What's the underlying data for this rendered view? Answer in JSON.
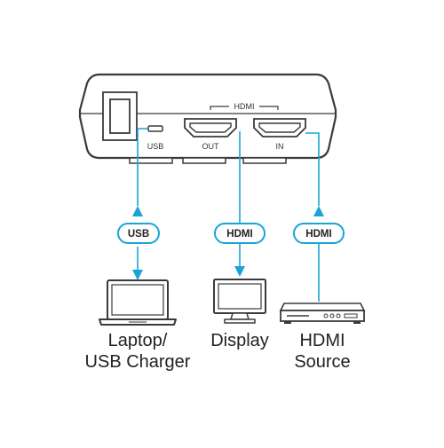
{
  "device": {
    "hdmi_group_label": "HDMI",
    "usb_port_label": "USB",
    "out_port_label": "OUT",
    "in_port_label": "IN"
  },
  "connections": [
    {
      "cable_label": "USB",
      "arrows": "both"
    },
    {
      "cable_label": "HDMI",
      "arrows": "to-display"
    },
    {
      "cable_label": "HDMI",
      "arrows": "to-device"
    }
  ],
  "endpoints": {
    "laptop": {
      "line1": "Laptop/",
      "line2": "USB Charger"
    },
    "display": {
      "line1": "Display"
    },
    "source": {
      "line1": "HDMI",
      "line2": "Source"
    }
  },
  "colors": {
    "cable": "#1aa3d6",
    "outline": "#3a3a3a",
    "text": "#222222"
  }
}
